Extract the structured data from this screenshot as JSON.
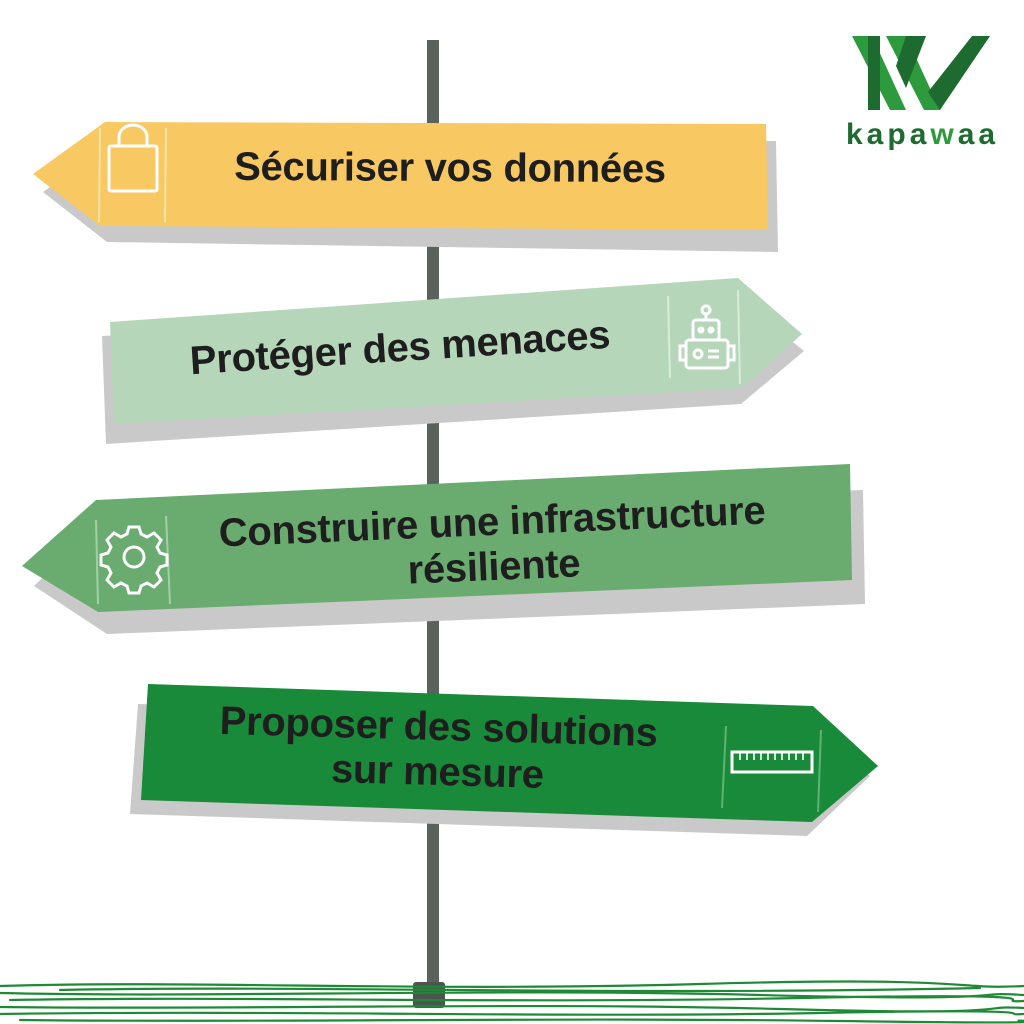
{
  "brand": {
    "logo_text": "kapawaa",
    "logo_text_first": "kapa",
    "logo_text_accent": "w",
    "logo_text_last": "aa",
    "colors": {
      "dark_green": "#1e6b2f",
      "accent_green": "#2e9a3e"
    }
  },
  "signs": [
    {
      "text": "Sécuriser vos données",
      "icon": "shopping-bag-icon",
      "direction": "left",
      "color": "#f8c862"
    },
    {
      "text": "Protéger des menaces",
      "icon": "robot-icon",
      "direction": "right",
      "color": "#b5d6b8"
    },
    {
      "text_line1": "Construire une infrastructure",
      "text_line2": "résiliente",
      "icon": "gear-icon",
      "direction": "left",
      "color": "#6aab70"
    },
    {
      "text_line1": "Proposer des solutions",
      "text_line2": "sur mesure",
      "icon": "ruler-icon",
      "direction": "right",
      "color": "#188a3a"
    }
  ]
}
